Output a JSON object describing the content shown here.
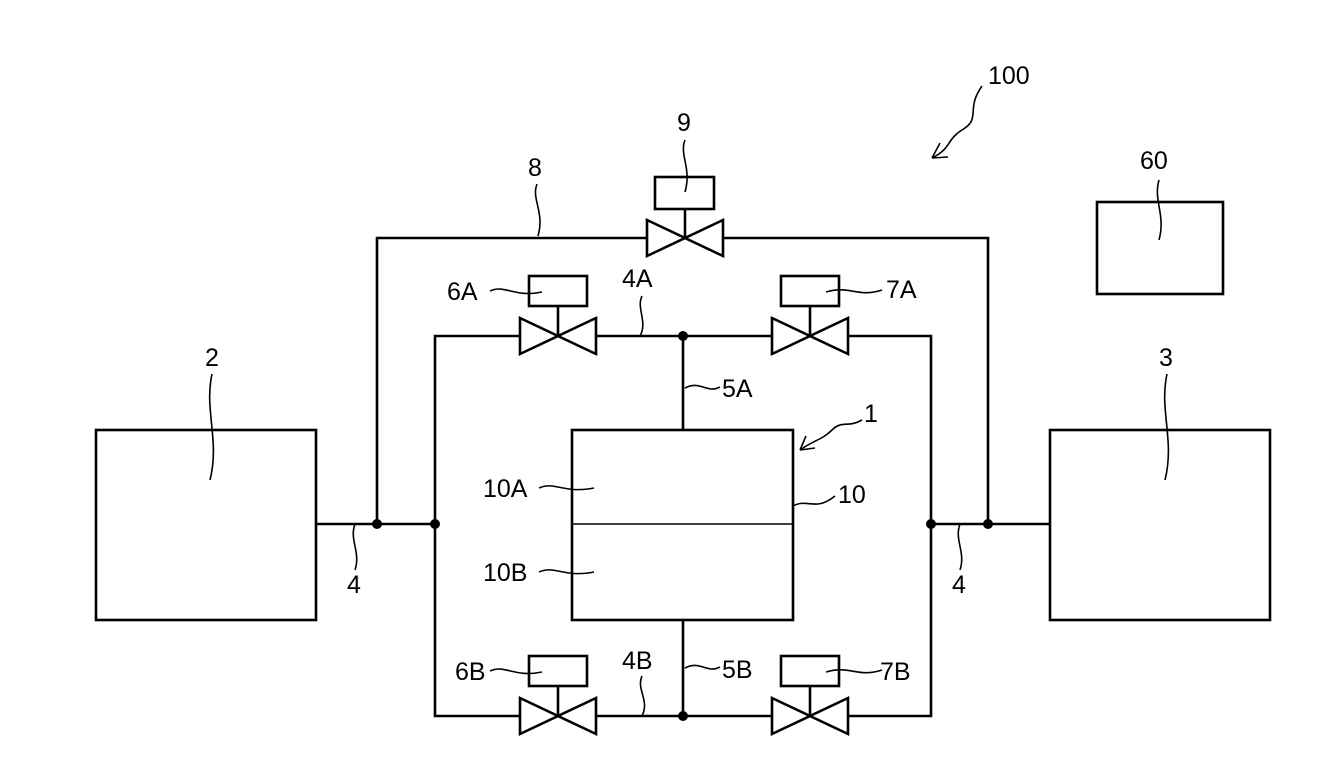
{
  "diagram": {
    "system_label": "100",
    "unit_1_label": "1",
    "box_2_label": "2",
    "box_3_label": "3",
    "pipe_4_left_label": "4",
    "pipe_4_right_label": "4",
    "pipe_4A_label": "4A",
    "pipe_4B_label": "4B",
    "pipe_5A_label": "5A",
    "pipe_5B_label": "5B",
    "valve_6A_label": "6A",
    "valve_6B_label": "6B",
    "valve_7A_label": "7A",
    "valve_7B_label": "7B",
    "pipe_8_label": "8",
    "valve_9_label": "9",
    "vessel_10_label": "10",
    "chamber_10A_label": "10A",
    "chamber_10B_label": "10B",
    "box_60_label": "60"
  }
}
